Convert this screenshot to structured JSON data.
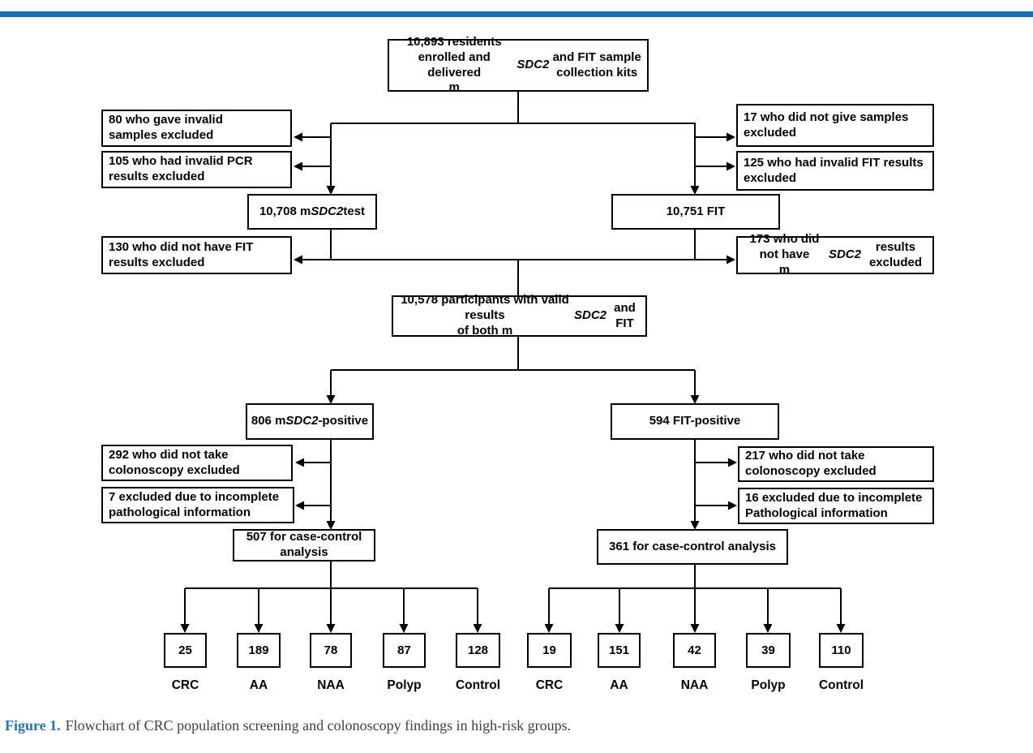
{
  "page": {
    "top_bar_color": "#1c6cb2",
    "background_color": "#ffffff",
    "line_color": "#000000"
  },
  "figure_caption": {
    "label": "Figure 1.",
    "label_color": "#2a72b5",
    "text": "Flowchart of CRC population screening and colonoscopy findings in high-risk groups."
  },
  "flowchart": {
    "nodes": {
      "enrolled": "10,893 residents enrolled and delivered\nm*SDC2* and FIT sample collection kits",
      "excl_invalid_samples": "80 who gave invalid\nsamples excluded",
      "excl_invalid_pcr": "105 who had invalid PCR\nresults excluded",
      "excl_no_samples": "17 who did not give samples\nexcluded",
      "excl_invalid_fit": "125 who had invalid FIT results\nexcluded",
      "msdc2_test": "10,708 m*SDC2* test",
      "fit_test": "10,751 FIT",
      "excl_no_fit": "130 who did not have FIT\nresults excluded",
      "excl_no_msdc2": "173 who did not have\nm*SDC2* results excluded",
      "valid_both": "10,578 participants with valid results\nof both m*SDC2* and FIT",
      "msdc2_positive": "806 m*SDC2*-positive",
      "fit_positive": "594 FIT-positive",
      "excl_no_colonoscopy_left": "292 who did not take\ncolonoscopy excluded",
      "excl_incomplete_path_left": "7 excluded due to incomplete\npathological information",
      "excl_no_colonoscopy_right": "217 who did not take\ncolonoscopy excluded",
      "excl_incomplete_path_right": "16 excluded due to incomplete\nPathological information",
      "case_control_left": "507 for case-control analysis",
      "case_control_right": "361 for case-control analysis",
      "count_left_crc": "25",
      "count_left_aa": "189",
      "count_left_naa": "78",
      "count_left_polyp": "87",
      "count_left_control": "128",
      "count_right_crc": "19",
      "count_right_aa": "151",
      "count_right_naa": "42",
      "count_right_polyp": "39",
      "count_right_control": "110",
      "label_left_crc": "CRC",
      "label_left_aa": "AA",
      "label_left_naa": "NAA",
      "label_left_polyp": "Polyp",
      "label_left_control": "Control",
      "label_right_crc": "CRC",
      "label_right_aa": "AA",
      "label_right_naa": "NAA",
      "label_right_polyp": "Polyp",
      "label_right_control": "Control"
    }
  }
}
